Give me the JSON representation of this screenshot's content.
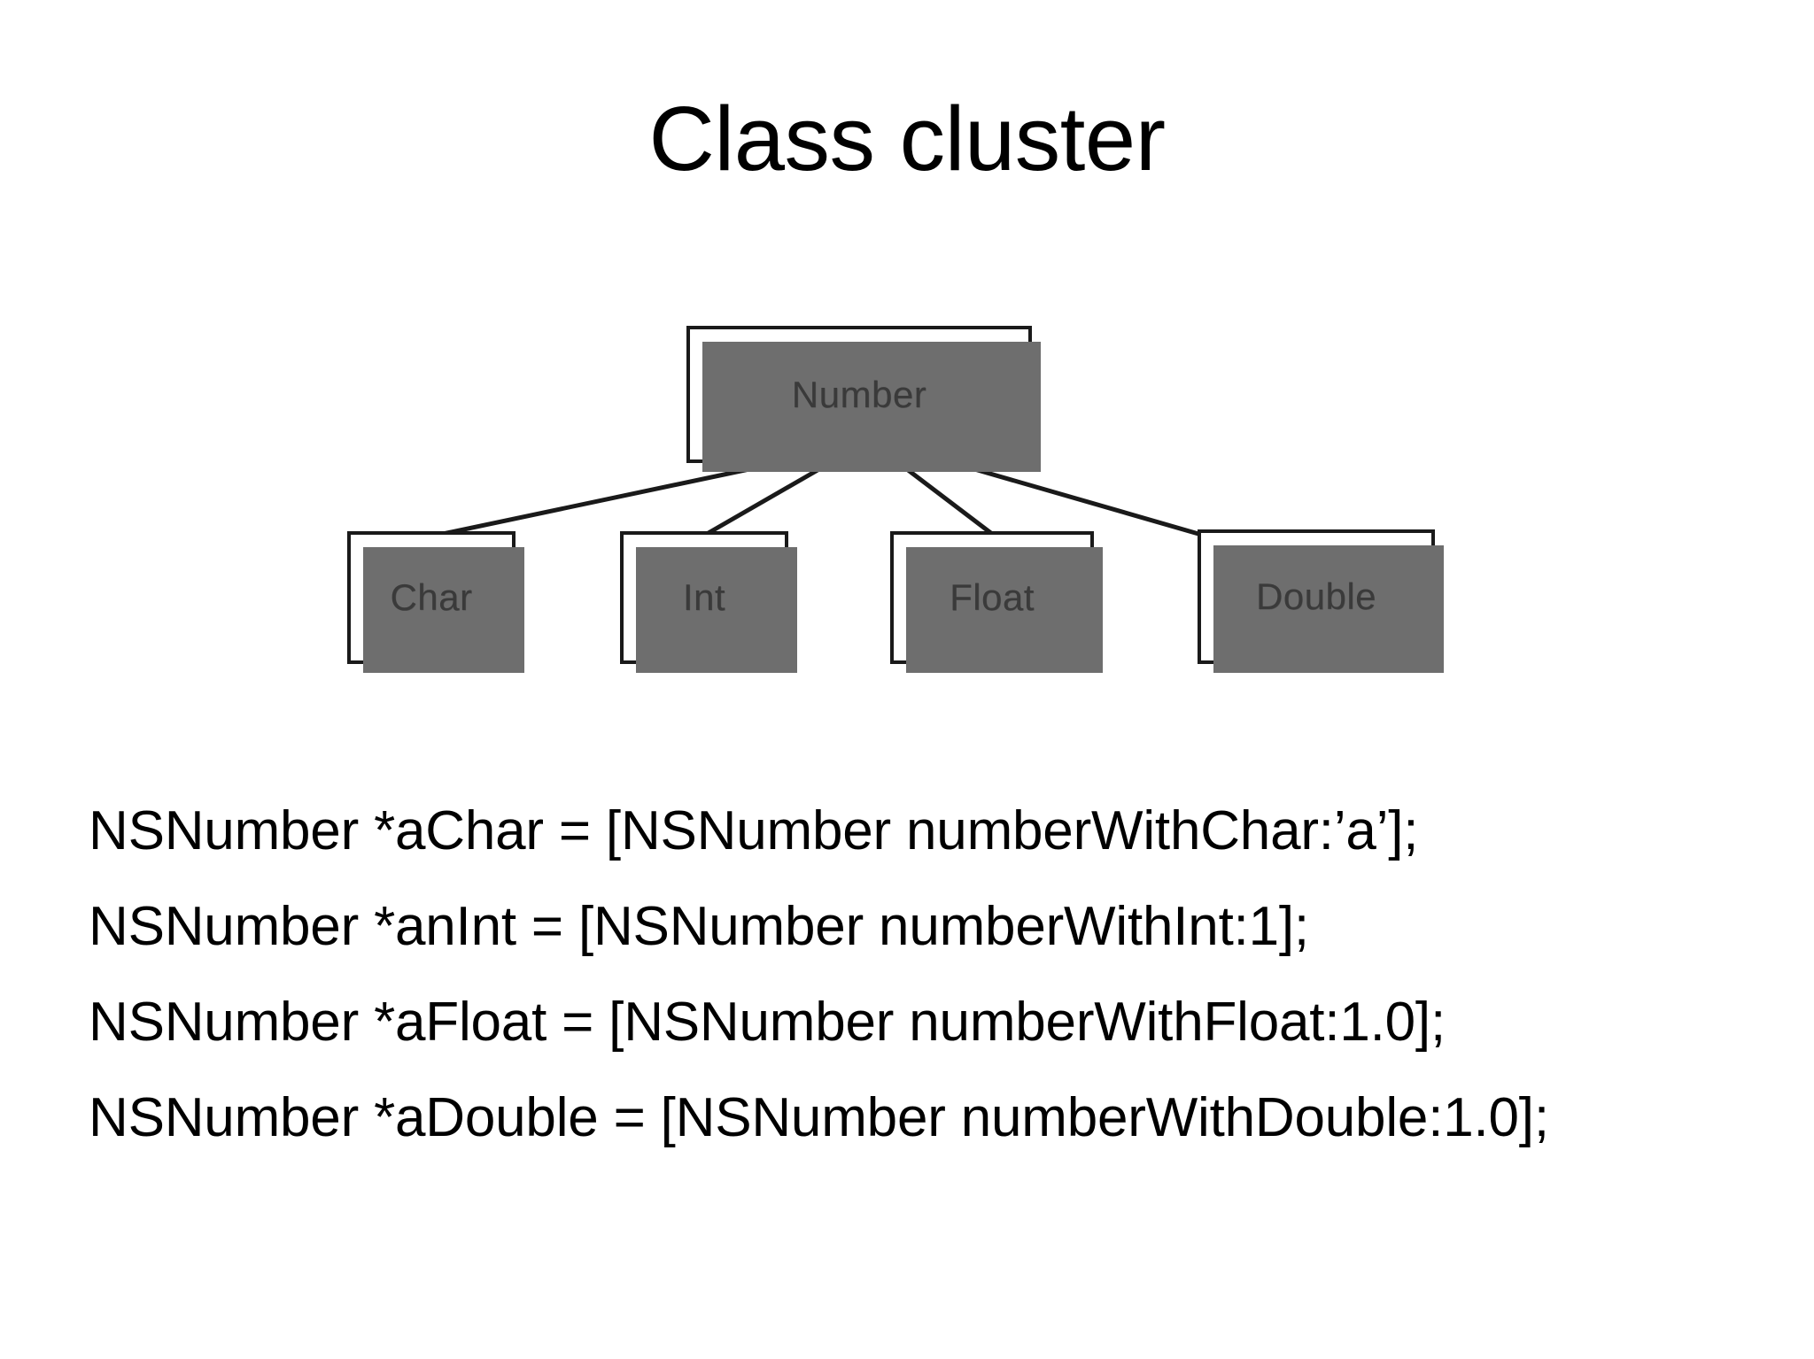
{
  "slide": {
    "title": "Class cluster",
    "background_color": "#ffffff",
    "text_color": "#000000"
  },
  "diagram": {
    "type": "class-hierarchy-tree",
    "shadow_color": "#6e6e6e",
    "border_color": "#1a1a1a",
    "box_fill": "#ffffff",
    "label_color": "#3a3a3a",
    "root": {
      "label": "Number"
    },
    "children": [
      {
        "label": "Char"
      },
      {
        "label": "Int"
      },
      {
        "label": "Float"
      },
      {
        "label": "Double"
      }
    ]
  },
  "code": {
    "lines": [
      "NSNumber *aChar = [NSNumber numberWithChar:’a’];",
      "NSNumber *anInt = [NSNumber numberWithInt:1];",
      "NSNumber *aFloat = [NSNumber numberWithFloat:1.0];",
      "NSNumber *aDouble = [NSNumber numberWithDouble:1.0];"
    ]
  }
}
